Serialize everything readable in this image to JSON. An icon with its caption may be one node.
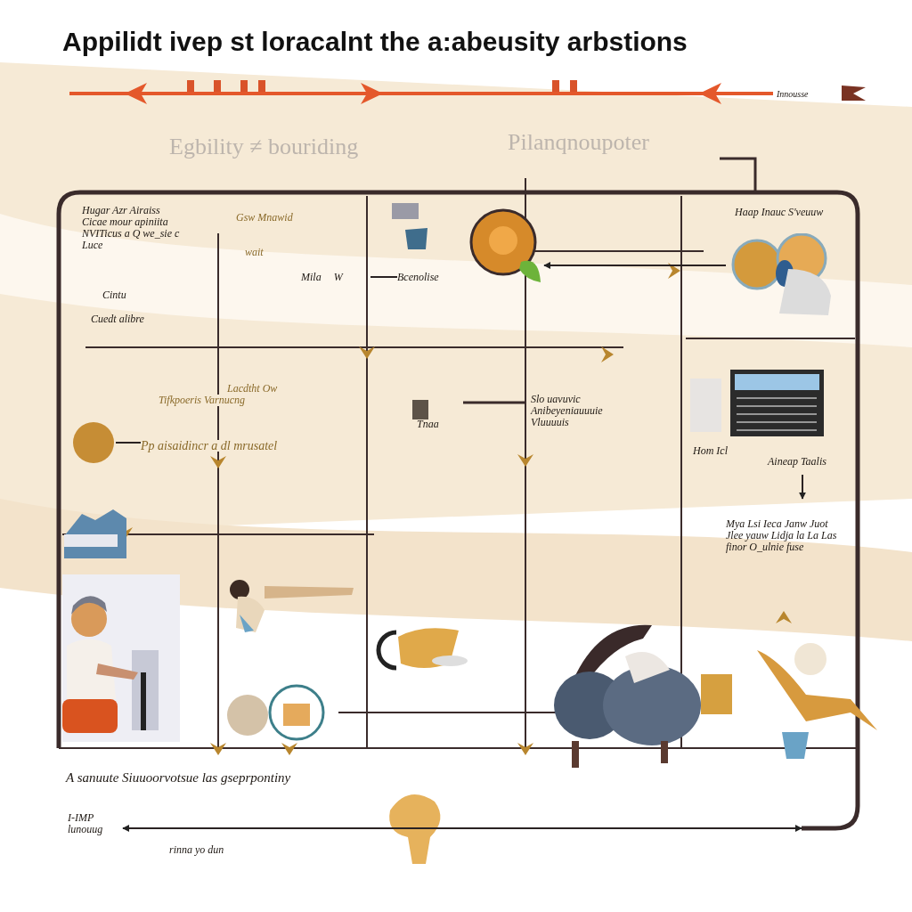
{
  "diagram": {
    "title": "Appilidt ivep st loracalnt the a:abeusity arbstions",
    "nodes": [
      {
        "text": [
          "Mila",
          "W"
        ]
      },
      {
        "text": [
          "Bcenolise"
        ]
      },
      {
        "text": [],
        "shape": "picture"
      },
      {
        "text": [],
        "shape": "picture",
        "beside": [
          "Haap Inauc S'veuuw"
        ]
      },
      {
        "text": [],
        "shape": "circle"
      },
      {
        "text": [
          "Pp aisaidincr a dl mrusatel"
        ]
      },
      {
        "text": [],
        "shape": "picture"
      },
      {
        "text": [
          "Aineap Taalis"
        ]
      },
      {
        "text": [
          "Mya Lsi Ieca Janw Juot Jlee yauw Lidja la La Las finor O_ulnie fuse"
        ]
      },
      {
        "text": [
          "I-IMP lunouug"
        ]
      }
    ],
    "edges": [
      {
        "from": 0,
        "to": 1,
        "arrow": "none"
      },
      {
        "from": 3,
        "to": 2,
        "arrow": "to"
      },
      {
        "from": 4,
        "to": 5,
        "arrow": "none"
      },
      {
        "from": 7,
        "to": 8,
        "arrow": "to"
      },
      {
        "from": null,
        "to": 9,
        "arrow": "both"
      }
    ],
    "labels": [
      "Innousse",
      "Egbility ≠ bouriding",
      "Pilanqnoupoter",
      "Hugar Azr Airaiss Cicae mour apiniita NVITicus a Q we_sie c Luce",
      "Cintu",
      "Cuedt alibre",
      "Gsw Mnawid",
      "wait",
      "Lacdtht Ow",
      "Tifkpoeris Varnucng",
      "Tnaa",
      "Slo uavuvic Anibeyeniauuuie Vluuuuis",
      "Hom Icl",
      "A sanuute Siuuoorvotsue las gseprpontiny",
      "rinna yo dun"
    ]
  }
}
